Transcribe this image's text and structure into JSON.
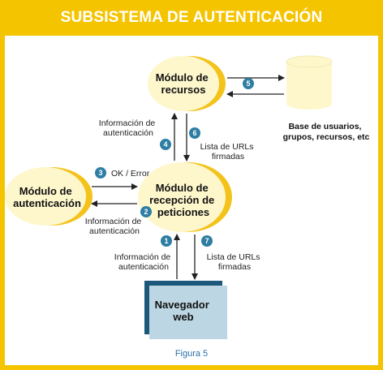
{
  "header": {
    "title": "SUBSISTEMA DE AUTENTICACIÓN"
  },
  "nodes": {
    "recursos": {
      "lines": [
        "Módulo de",
        "recursos"
      ]
    },
    "autenticacion": {
      "lines": [
        "Módulo de",
        "autenticación"
      ]
    },
    "recepcion": {
      "lines": [
        "Módulo de",
        "recepción de",
        "peticiones"
      ]
    },
    "navegador": {
      "lines": [
        "Navegador",
        "web"
      ]
    },
    "base": {
      "lines": [
        "Base de usuarios,",
        "grupos, recursos, etc"
      ]
    }
  },
  "steps": [
    "1",
    "2",
    "3",
    "4",
    "5",
    "6",
    "7"
  ],
  "labels": {
    "info_auth_top": [
      "Información de",
      "autenticación"
    ],
    "urls_top": [
      "Lista de URLs",
      "firmadas"
    ],
    "ok_error": "OK / Error",
    "info_auth_mid": [
      "Información de",
      "autenticación"
    ],
    "info_auth_bottom": [
      "Información de",
      "autenticación"
    ],
    "urls_bottom": [
      "Lista de URLs",
      "firmadas"
    ]
  },
  "caption": "Figura 5",
  "colors": {
    "frame": "#f5c400",
    "module_fill": "#fef7cc",
    "module_crescent": "#f3c31c",
    "step_badge": "#2e7ea3",
    "browser_fill": "#bcd7e3",
    "browser_shadow": "#1b5879",
    "caption": "#2a6fa8"
  }
}
